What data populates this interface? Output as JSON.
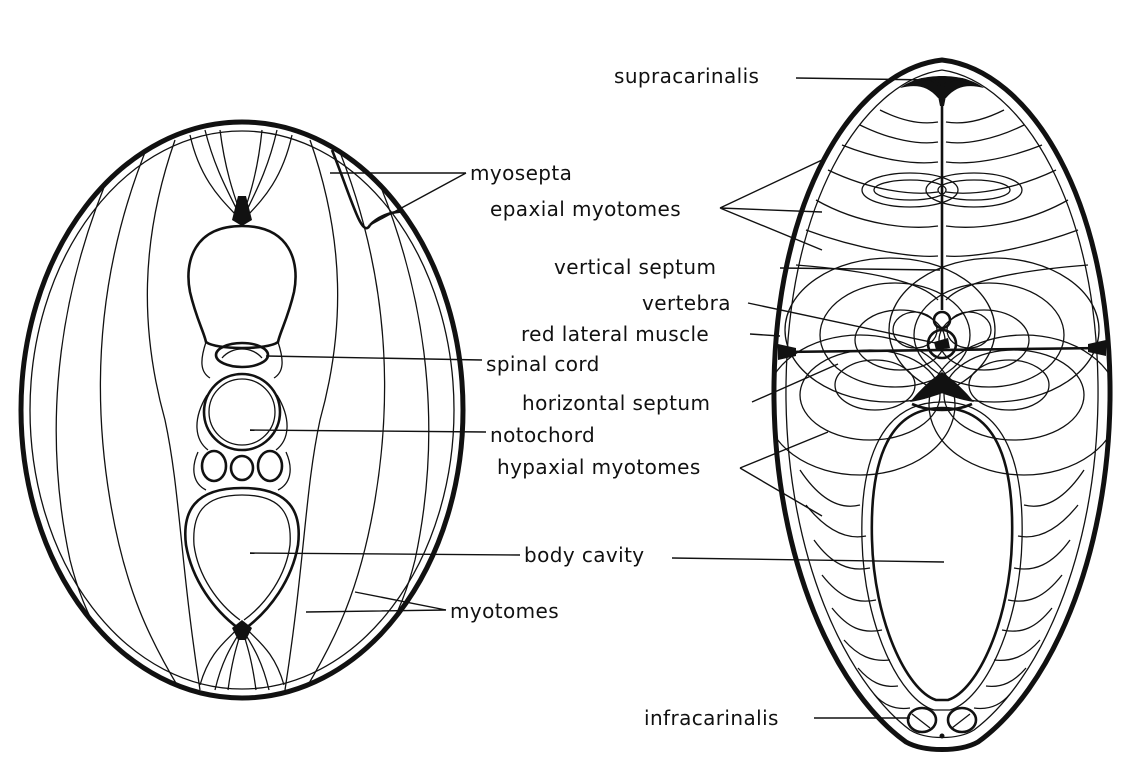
{
  "left_figure": {
    "labels": {
      "myosepta": "myosepta",
      "spinal_cord": "spinal cord",
      "notochord": "notochord",
      "body_cavity": "body cavity",
      "myotomes": "myotomes"
    }
  },
  "right_figure": {
    "labels": {
      "supracarinalis": "supracarinalis",
      "epaxial_myotomes": "epaxial myotomes",
      "vertical_septum": "vertical septum",
      "vertebra": "vertebra",
      "red_lateral_muscle": "red lateral muscle",
      "horizontal_septum": "horizontal septum",
      "hypaxial_myotomes": "hypaxial myotomes",
      "infracarinalis": "infracarinalis"
    }
  },
  "colors": {
    "ink": "#111111",
    "paper": "#ffffff"
  }
}
